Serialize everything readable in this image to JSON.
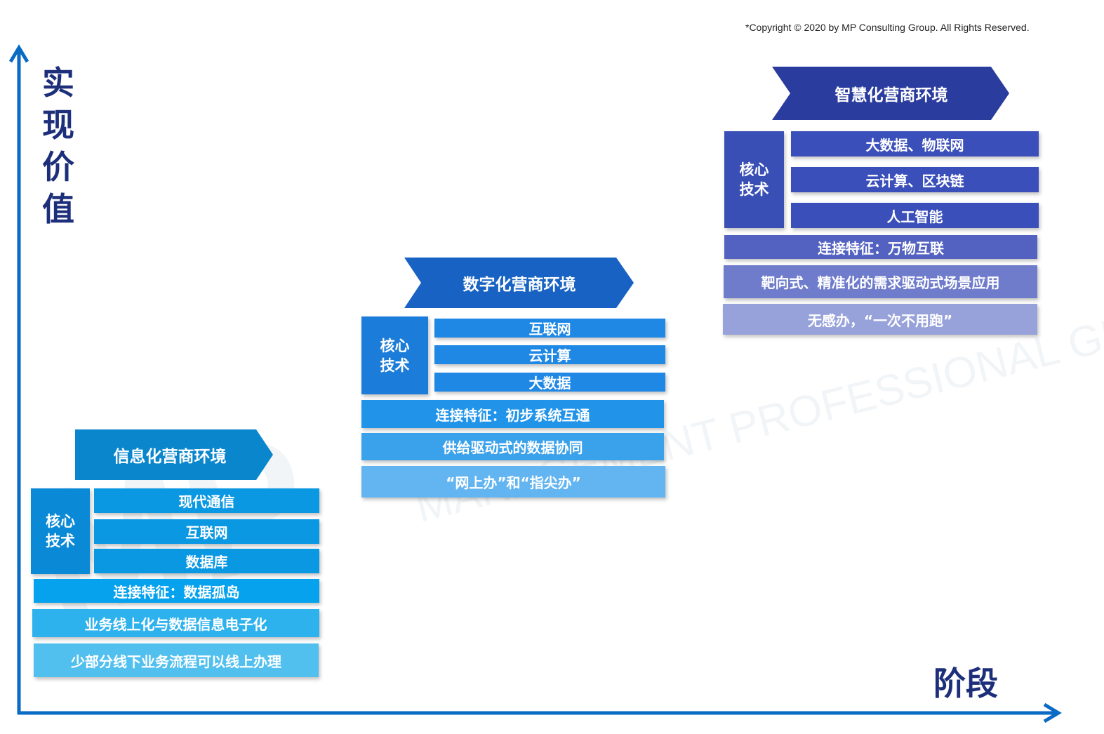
{
  "copyright": "*Copyright © 2020 by MP Consulting Group. All Rights Reserved.",
  "axes": {
    "y_label_chars": [
      "实",
      "现",
      "价",
      "值"
    ],
    "x_label": "阶段",
    "color": "#0a6bc4"
  },
  "watermark": {
    "lines": [
      "MP",
      "MANAGEMENT PROFESSIONAL GROUP"
    ]
  },
  "stages": [
    {
      "title": "信息化营商环境",
      "core_label": [
        "核心",
        "技术"
      ],
      "technologies": [
        "现代通信",
        "互联网",
        "数据库"
      ],
      "rows": [
        "连接特征：数据孤岛",
        "业务线上化与数据信息电子化",
        "少部分线下业务流程可以线上办理"
      ],
      "colors": {
        "banner": "#0a86cc",
        "core": "#0a8ad6",
        "tech": "#0a98e3",
        "rows": [
          "#07a2ee",
          "#2eb2ee",
          "#51c0ef"
        ]
      }
    },
    {
      "title": "数字化营商环境",
      "core_label": [
        "核心",
        "技术"
      ],
      "technologies": [
        "互联网",
        "云计算",
        "大数据"
      ],
      "rows": [
        "连接特征：初步系统互通",
        "供给驱动式的数据协同",
        "“网上办”和“指尖办”"
      ],
      "colors": {
        "banner": "#1762c2",
        "core": "#1b7cd9",
        "tech": "#1f88e5",
        "rows": [
          "#2194ea",
          "#3aa1eb",
          "#62b5f0"
        ]
      }
    },
    {
      "title": "智慧化营商环境",
      "core_label": [
        "核心",
        "技术"
      ],
      "technologies": [
        "大数据、物联网",
        "云计算、区块链",
        "人工智能"
      ],
      "rows": [
        "连接特征：万物互联",
        "靶向式、精准化的需求驱动式场景应用",
        "无感办，“一次不用跑”"
      ],
      "colors": {
        "banner": "#2a3c9e",
        "core": "#3a4fb5",
        "tech": "#3b4fba",
        "rows": [
          "#5362c0",
          "#6f7ccb",
          "#98a2da"
        ]
      }
    }
  ]
}
